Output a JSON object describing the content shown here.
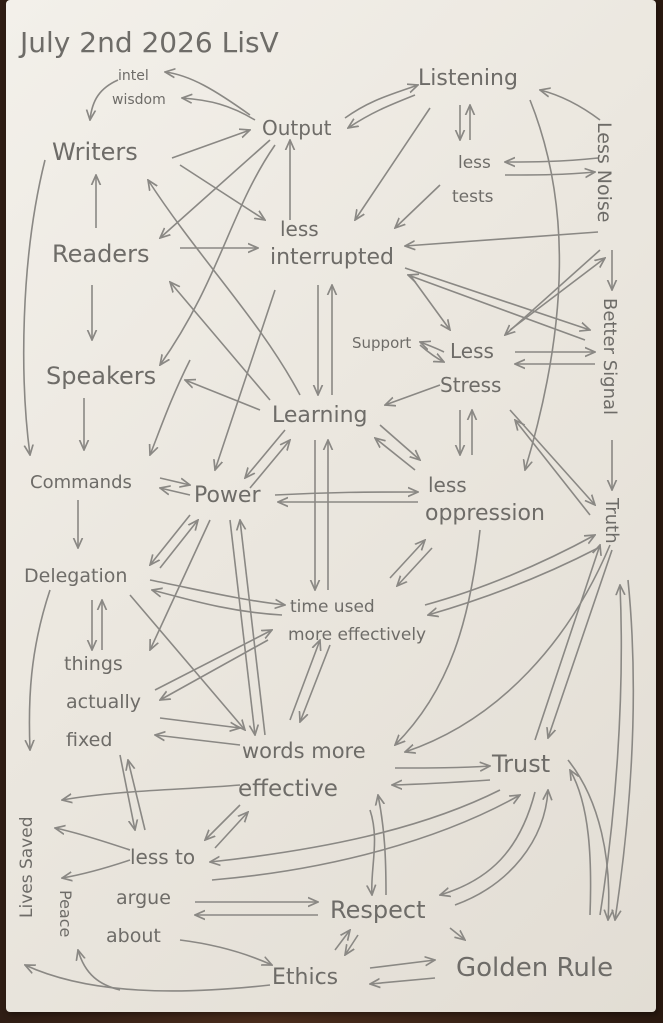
{
  "title": "July 2nd 2026 LisV",
  "nodes": {
    "intel": "intel",
    "wisdom": "wisdom",
    "output": "Output",
    "listening": "Listening",
    "writers": "Writers",
    "less_tests_1": "less",
    "less_tests_2": "tests",
    "less_noise": "Less Noise",
    "readers": "Readers",
    "less_interrupted_1": "less",
    "less_interrupted_2": "interrupted",
    "support": "Support",
    "less_stress_1": "Less",
    "less_stress_2": "Stress",
    "better_signal": "Better Signal",
    "speakers": "Speakers",
    "learning": "Learning",
    "commands": "Commands",
    "power": "Power",
    "less_oppression_1": "less",
    "less_oppression_2": "oppression",
    "truth": "Truth",
    "delegation": "Delegation",
    "time_used_1": "time used",
    "time_used_2": "more effectively",
    "things_fixed_1": "things",
    "things_fixed_2": "actually",
    "things_fixed_3": "fixed",
    "words_effective_1": "words more",
    "words_effective_2": "effective",
    "trust": "Trust",
    "lives_saved": "Lives Saved",
    "less_to_argue_1": "less to",
    "less_to_argue_2": "argue",
    "less_to_argue_3": "about",
    "peace": "Peace",
    "respect": "Respect",
    "ethics": "Ethics",
    "golden_rule": "Golden Rule"
  }
}
